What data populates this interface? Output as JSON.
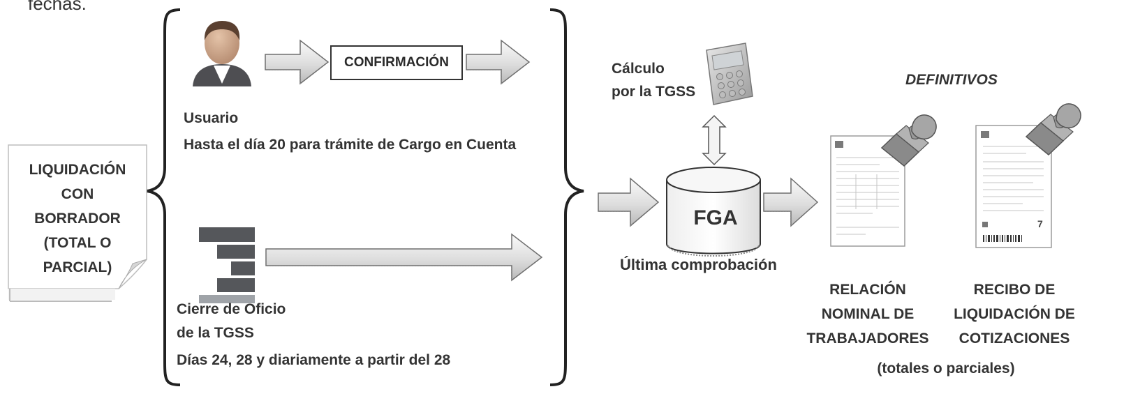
{
  "top_fragment": "fechas.",
  "liquidacion": {
    "lines": [
      "LIQUIDACIÓN",
      "CON",
      "BORRADOR",
      "(TOTAL O",
      "PARCIAL)"
    ]
  },
  "user_path": {
    "confirm_label": "CONFIRMACIÓN",
    "actor": "Usuario",
    "deadline": "Hasta el día 20 para trámite de Cargo en Cuenta"
  },
  "office_path": {
    "actor_line1": "Cierre de Oficio",
    "actor_line2": "de la TGSS",
    "dates": "Días 24, 28 y diariamente a partir del 28"
  },
  "calc": {
    "line1": "Cálculo",
    "line2": "por la TGSS"
  },
  "fga": {
    "label": "FGA",
    "caption": "Última comprobación"
  },
  "outputs": {
    "heading": "DEFINITIVOS",
    "doc1": [
      "RELACIÓN",
      "NOMINAL DE",
      "TRABAJADORES"
    ],
    "doc2": [
      "RECIBO DE",
      "LIQUIDACIÓN DE",
      "COTIZACIONES"
    ],
    "note": "(totales o parciales)"
  },
  "icons": [
    "user-icon",
    "tgss-logo-icon",
    "calculator-icon",
    "database-cylinder-icon",
    "stamp-icon",
    "document-icon",
    "arrow-right-icon",
    "double-arrow-icon"
  ]
}
